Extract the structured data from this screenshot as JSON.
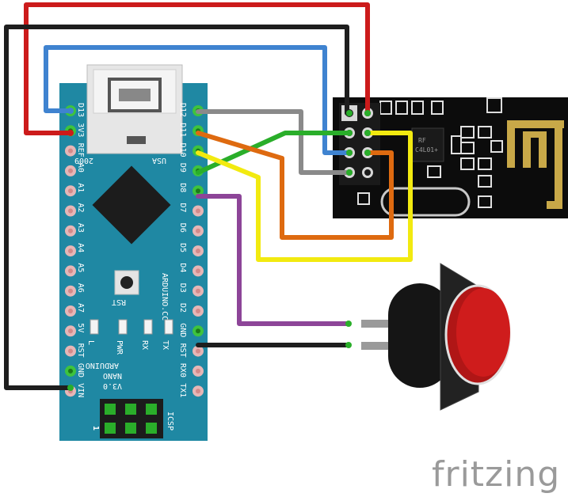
{
  "watermark": "fritzing",
  "nano": {
    "left_pins": [
      "D13",
      "3V3",
      "REF",
      "A0",
      "A1",
      "A2",
      "A3",
      "A4",
      "A5",
      "A6",
      "A7",
      "5V",
      "RST",
      "GND",
      "VIN"
    ],
    "right_pins": [
      "D12",
      "D11",
      "D10",
      "D9",
      "D8",
      "D7",
      "D6",
      "D5",
      "D4",
      "D3",
      "D2",
      "GND",
      "RST",
      "RX0",
      "TX1"
    ],
    "board_text": [
      "ARDUINO",
      "NANO",
      "V3.0"
    ],
    "usb_left": "2009",
    "usb_right": "USA",
    "rst_label": "RST",
    "site_label": "ARDUINO.CC",
    "leds": [
      "L",
      "PWR",
      "RX",
      "TX"
    ],
    "icsp_label": "ICSP",
    "icsp_num": "1"
  },
  "rf_chip_label": "RF\nC4L01+",
  "wire_colors": {
    "red": "#cc1b1b",
    "black": "#1e1e1e",
    "blue": "#3f83d0",
    "gray": "#8a8a8a",
    "green": "#2aae2a",
    "orange": "#de6a10",
    "yellow": "#f2ea10",
    "purple": "#8d4598"
  }
}
